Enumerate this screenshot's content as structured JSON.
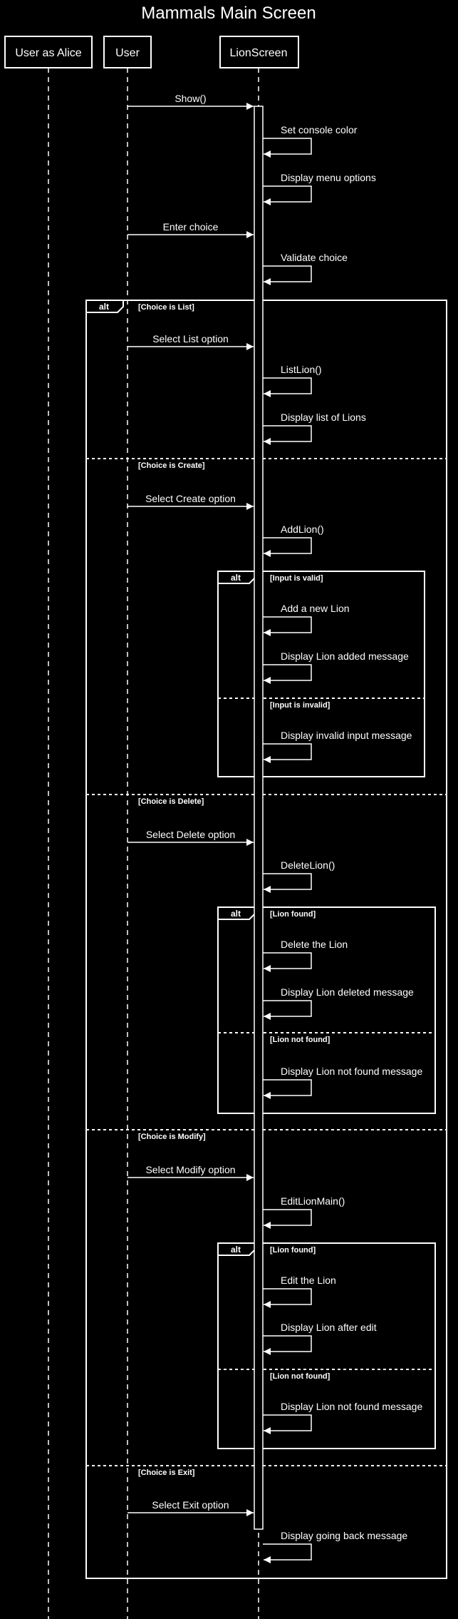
{
  "title": "Mammals Main Screen",
  "colors": {
    "background": "#000000",
    "foreground": "#ffffff"
  },
  "participants": [
    {
      "id": "alice",
      "label": "User as Alice"
    },
    {
      "id": "user",
      "label": "User"
    },
    {
      "id": "lion",
      "label": "LionScreen"
    }
  ],
  "messages": [
    {
      "id": "show",
      "from": "user",
      "to": "lion",
      "label": "Show()"
    },
    {
      "id": "set-color",
      "from": "lion",
      "to": "lion",
      "label": "Set console color"
    },
    {
      "id": "display-menu",
      "from": "lion",
      "to": "lion",
      "label": "Display menu options"
    },
    {
      "id": "enter-choice",
      "from": "user",
      "to": "lion",
      "label": "Enter choice"
    },
    {
      "id": "validate-choice",
      "from": "lion",
      "to": "lion",
      "label": "Validate choice"
    },
    {
      "id": "select-list",
      "from": "user",
      "to": "lion",
      "label": "Select List option"
    },
    {
      "id": "list-lion",
      "from": "lion",
      "to": "lion",
      "label": "ListLion()"
    },
    {
      "id": "display-list",
      "from": "lion",
      "to": "lion",
      "label": "Display list of Lions"
    },
    {
      "id": "select-create",
      "from": "user",
      "to": "lion",
      "label": "Select Create option"
    },
    {
      "id": "add-lion",
      "from": "lion",
      "to": "lion",
      "label": "AddLion()"
    },
    {
      "id": "add-new",
      "from": "lion",
      "to": "lion",
      "label": "Add a new Lion"
    },
    {
      "id": "display-added",
      "from": "lion",
      "to": "lion",
      "label": "Display Lion added message"
    },
    {
      "id": "display-invalid",
      "from": "lion",
      "to": "lion",
      "label": "Display invalid input message"
    },
    {
      "id": "select-delete",
      "from": "user",
      "to": "lion",
      "label": "Select Delete option"
    },
    {
      "id": "delete-lion-call",
      "from": "lion",
      "to": "lion",
      "label": "DeleteLion()"
    },
    {
      "id": "delete-the-lion",
      "from": "lion",
      "to": "lion",
      "label": "Delete the Lion"
    },
    {
      "id": "display-deleted",
      "from": "lion",
      "to": "lion",
      "label": "Display Lion deleted message"
    },
    {
      "id": "display-not-found-1",
      "from": "lion",
      "to": "lion",
      "label": "Display Lion not found message"
    },
    {
      "id": "select-modify",
      "from": "user",
      "to": "lion",
      "label": "Select Modify option"
    },
    {
      "id": "edit-lion-main",
      "from": "lion",
      "to": "lion",
      "label": "EditLionMain()"
    },
    {
      "id": "edit-the-lion",
      "from": "lion",
      "to": "lion",
      "label": "Edit the Lion"
    },
    {
      "id": "display-after-edit",
      "from": "lion",
      "to": "lion",
      "label": "Display Lion after edit"
    },
    {
      "id": "display-not-found-2",
      "from": "lion",
      "to": "lion",
      "label": "Display Lion not found message"
    },
    {
      "id": "select-exit",
      "from": "user",
      "to": "lion",
      "label": "Select Exit option"
    },
    {
      "id": "display-going-back",
      "from": "lion",
      "to": "lion",
      "label": "Display going back message"
    }
  ],
  "fragments": [
    {
      "id": "outer-alt",
      "operator": "alt",
      "guards": [
        "[Choice is List]",
        "[Choice is Create]",
        "[Choice is Delete]",
        "[Choice is Modify]",
        "[Choice is Exit]"
      ]
    },
    {
      "id": "create-alt",
      "operator": "alt",
      "guards": [
        "[Input is valid]",
        "[Input is invalid]"
      ]
    },
    {
      "id": "delete-alt",
      "operator": "alt",
      "guards": [
        "[Lion found]",
        "[Lion not found]"
      ]
    },
    {
      "id": "modify-alt",
      "operator": "alt",
      "guards": [
        "[Lion found]",
        "[Lion not found]"
      ]
    }
  ]
}
